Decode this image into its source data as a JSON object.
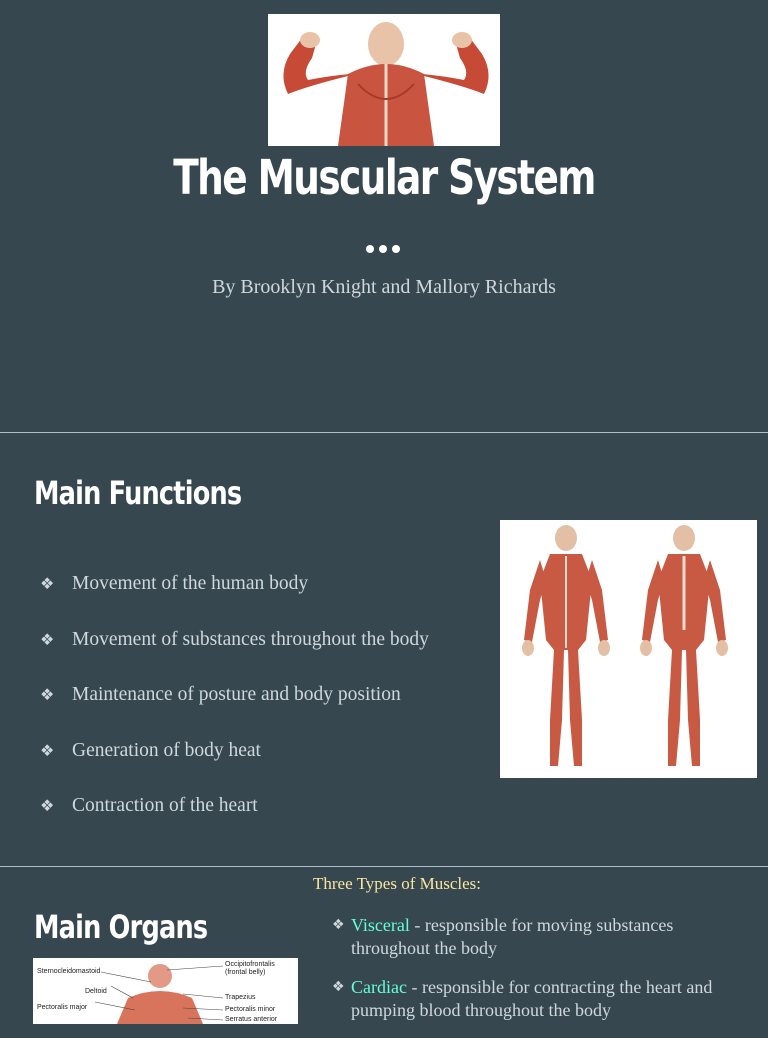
{
  "slide1": {
    "title": "The Muscular System",
    "byline": "By Brooklyn Knight and Mallory Richards"
  },
  "slide2": {
    "heading": "Main Functions",
    "bullet_glyph": "❖",
    "functions": [
      "Movement of the human body",
      "Movement of substances throughout the body",
      "Maintenance of posture and body position",
      "Generation of body heat",
      "Contraction of the heart"
    ]
  },
  "slide3": {
    "heading": "Main Organs",
    "types_title": "Three Types of Muscles:",
    "types": [
      {
        "name": "Visceral",
        "desc": " - responsible for moving substances throughout the body"
      },
      {
        "name": "Cardiac",
        "desc": " - responsible for contracting the heart and pumping blood throughout the body"
      }
    ],
    "diagram_labels": {
      "sternocleidomastoid": "Sternocleidomastoid",
      "deltoid": "Deltoid",
      "pectoralis_major": "Pectoralis major",
      "occipitofrontalis": "Occipitofrontalis",
      "frontal_belly": "(frontal belly)",
      "trapezius": "Trapezius",
      "pectoralis_minor": "Pectoralis minor",
      "serratus_anterior": "Serratus anterior"
    }
  },
  "colors": {
    "background": "#37474f",
    "title": "#ffffff",
    "body_text": "#cfd8dc",
    "types_title": "#f9e79f",
    "accent": "#64ffda"
  }
}
